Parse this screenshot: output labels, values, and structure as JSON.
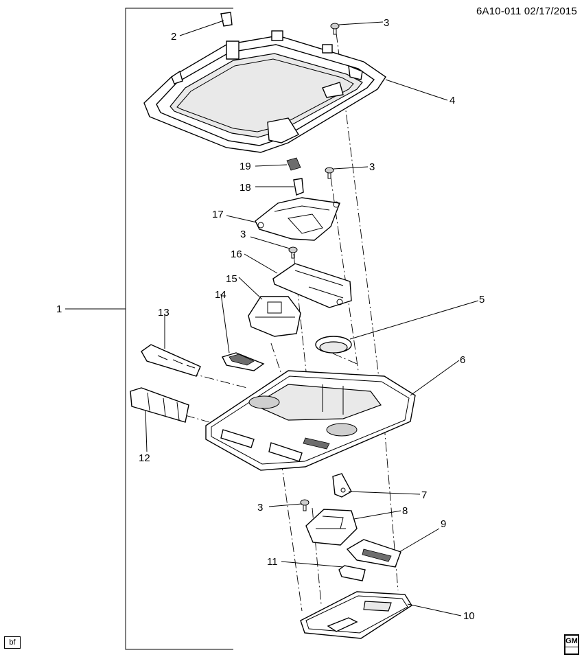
{
  "header": {
    "document_id": "6A10-011 02/17/2015"
  },
  "callouts": {
    "c1": "1",
    "c2": "2",
    "c3a": "3",
    "c3b": "3",
    "c3c": "3",
    "c3d": "3",
    "c4": "4",
    "c5": "5",
    "c6": "6",
    "c7": "7",
    "c8": "8",
    "c9": "9",
    "c10": "10",
    "c11": "11",
    "c12": "12",
    "c13": "13",
    "c14": "14",
    "c15": "15",
    "c16": "16",
    "c17": "17",
    "c18": "18",
    "c19": "19"
  },
  "footer": {
    "bf_label": "bf",
    "logo_text": "GM"
  }
}
